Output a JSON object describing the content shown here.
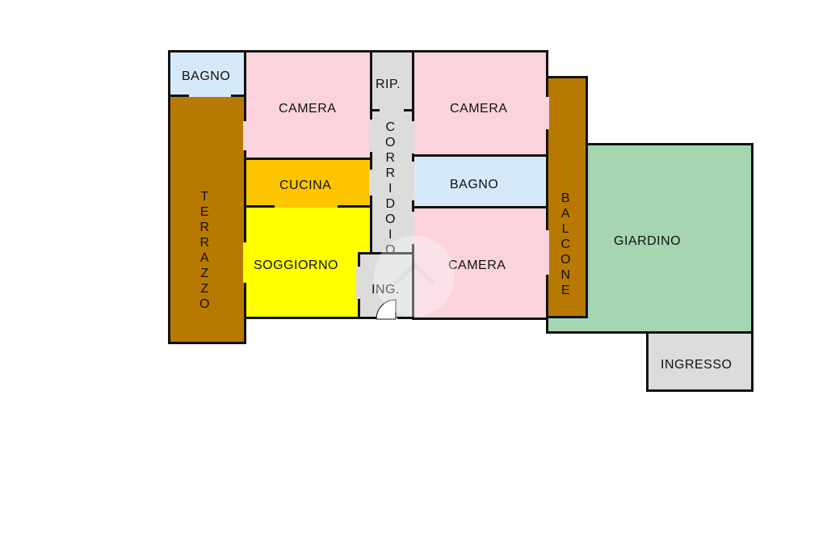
{
  "colors": {
    "camera": "#fbd3dc",
    "bagno": "#d6e9f8",
    "cucina": "#fdc500",
    "soggiorno": "#ffff00",
    "corridoio": "#dcdcdc",
    "terrazzo": "#b87900",
    "giardino": "#a6d6b1",
    "ingresso": "#dcdcdc",
    "wall": "#111111"
  },
  "rooms": {
    "bagno_top": "BAGNO",
    "camera_top_left": "CAMERA",
    "rip": "RIP.",
    "camera_top_right": "CAMERA",
    "cucina": "CUCINA",
    "corridoio": "CORRIDOIO",
    "bagno_right": "BAGNO",
    "soggiorno": "SOGGIORNO",
    "ing": "ING.",
    "camera_bottom_right": "CAMERA",
    "terrazzo": "TERRAZZO",
    "balcone": "BALCONE",
    "giardino": "GIARDINO",
    "ingresso": "INGRESSO"
  }
}
